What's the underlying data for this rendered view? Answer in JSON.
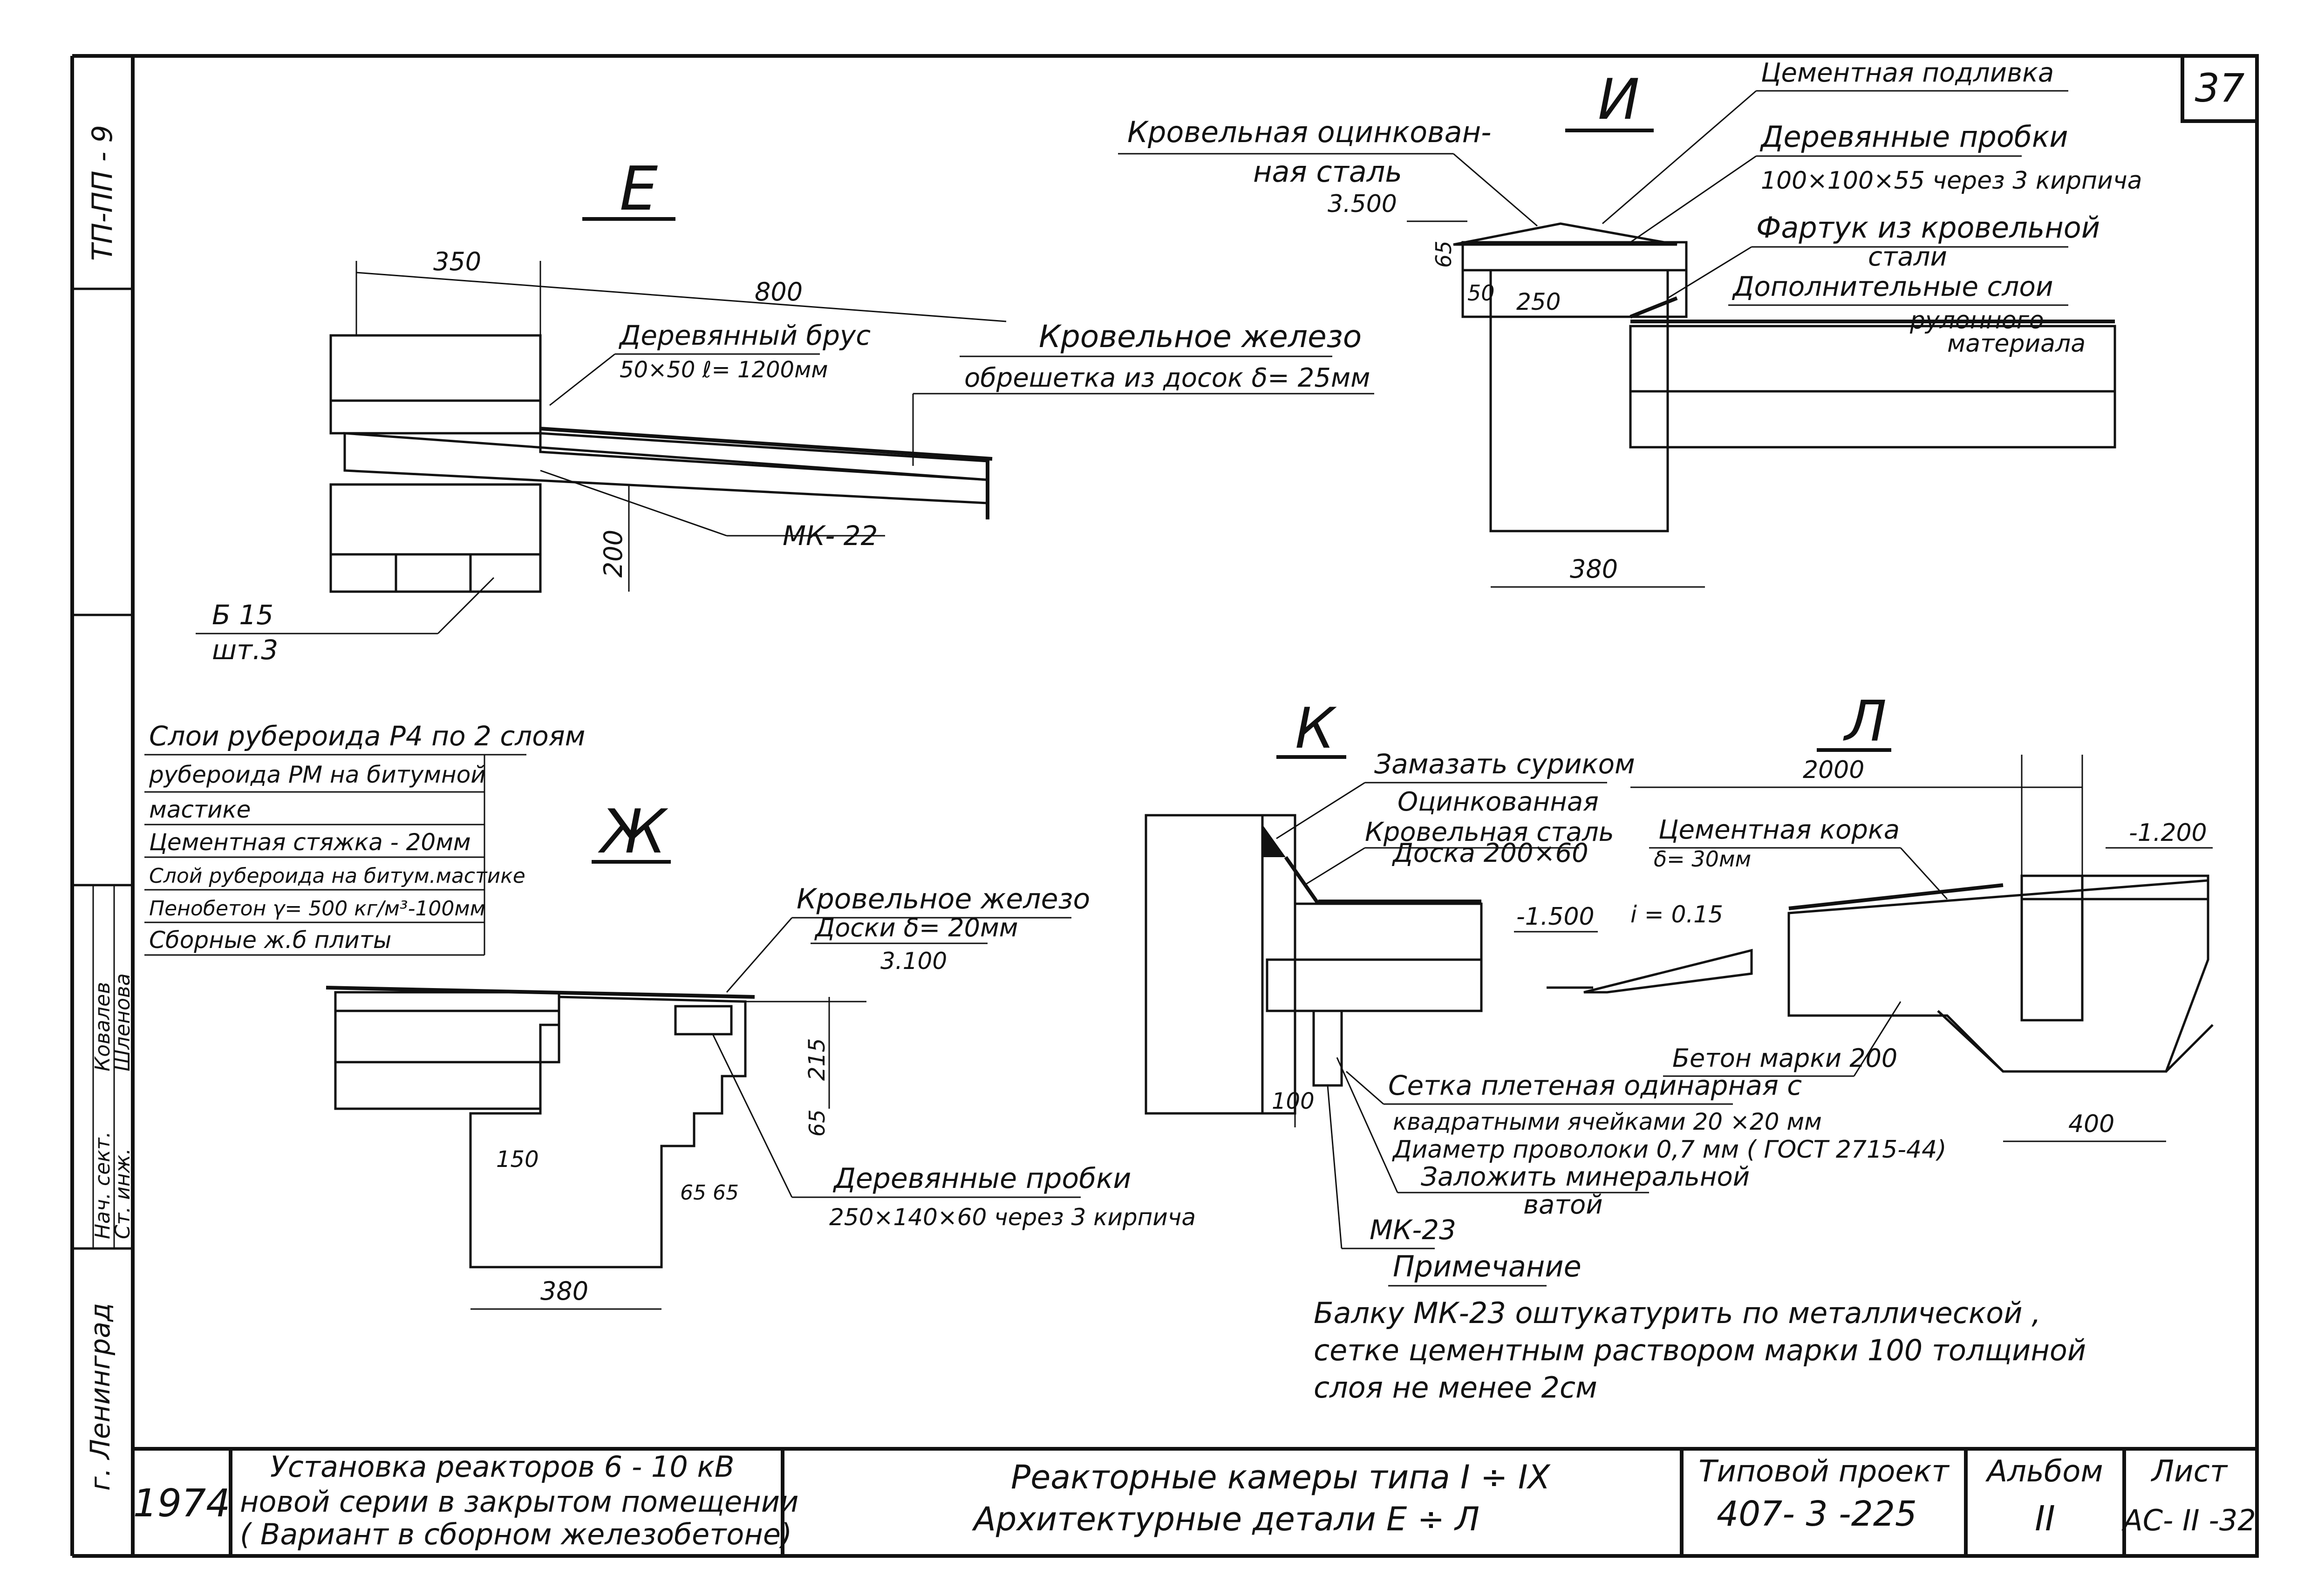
{
  "sheet_number": "37",
  "side_stamp": {
    "series_partial": "ТП-ПП - 9",
    "roles": [
      "Нач. сект.",
      "Ст. инж."
    ],
    "names": [
      "Ковалев",
      "Шленова"
    ],
    "city": "г. Ленинград"
  },
  "details": {
    "E": {
      "title": "Е",
      "dims": [
        "350",
        "800",
        "200"
      ],
      "labels": {
        "beam_title": "Деревянный брус",
        "beam_size": "50×50  ℓ= 1200мм",
        "roof_iron": "Кровельное железо",
        "lathing": "обрешетка из досок  δ= 25мм",
        "mk": "МК- 22",
        "brick": "Б 15",
        "brick_qty": "шт.3"
      }
    },
    "I": {
      "title": "И",
      "dims": [
        "3.500",
        "65",
        "50",
        "250",
        "380"
      ],
      "labels": {
        "galv_1": "Кровельная оцинкован-",
        "galv_2": "ная сталь",
        "cement_sub": "Цементная подливка",
        "plugs_title": "Деревянные пробки",
        "plugs_size": "100×100×55   через 3 кирпича",
        "apron_1": "Фартук из кровельной",
        "apron_2": "стали",
        "extra_1": "Дополнительные слои",
        "extra_2": "рулонного",
        "extra_3": "материала"
      }
    },
    "ZH": {
      "title": "Ж",
      "layers": [
        "Слои рубероида Р4 по 2 слоям",
        "рубероида РМ на битумной",
        "мастике",
        "Цементная стяжка - 20мм",
        "Слой рубероида на битум.мастике",
        "Пенобетон γ= 500 кг/м³-100мм",
        "Сборные  ж.б  плиты"
      ],
      "dims": [
        "3.100",
        "215",
        "65",
        "150",
        "65",
        "65",
        "380"
      ],
      "labels": {
        "roof_iron": "Кровельное железо",
        "boards": "Доски  δ= 20мм",
        "plugs_title": "Деревянные пробки",
        "plugs_size": "250×140×60  через 3 кирпича"
      }
    },
    "K": {
      "title": "К",
      "dims": [
        "100"
      ],
      "labels": {
        "seal": "Замазать суриком",
        "galv_1": "Оцинкованная",
        "galv_2": "Кровельная  сталь",
        "board": "Доска  200×60",
        "mesh_1": "Сетка плетеная одинарная с",
        "mesh_2": "квадратными ячейками   20 ×20 мм",
        "mesh_3": "Диаметр проволоки 0,7 мм   ( ГОСТ 2715-44)",
        "wool_1": "Заложить  минеральной",
        "wool_2": "ватой",
        "mk": "МК-23"
      }
    },
    "L": {
      "title": "Л",
      "dims": [
        "2000",
        "-1.500",
        "i = 0.15",
        "-1.200",
        "400"
      ],
      "labels": {
        "crust_1": "Цементная корка",
        "crust_2": "δ= 30мм",
        "concrete": "Бетон марки 200"
      }
    }
  },
  "note": {
    "heading": "Примечание",
    "lines": [
      "Балку МК-23  оштукатурить  по  металлической ,",
      "сетке  цементным  раствором  марки  100  толщиной",
      "слоя  не  менее  2см"
    ]
  },
  "title_block": {
    "year": "1974",
    "work_1": "Установка    реакторов    6 - 10 кВ",
    "work_2": "новой серии в  закрытом помещении",
    "work_3": "( Вариант в  сборном  железобетоне)",
    "sheet_1": "Реакторные   камеры   типа   I ÷ IX",
    "sheet_2": "Архитектурные   детали       Е ÷  Л",
    "project_label": "Типовой  проект",
    "project_no": "407- 3 -225",
    "album_label": "Альбом",
    "album_no": "II",
    "list_label": "Лист",
    "list_no": "АС- II -32"
  }
}
